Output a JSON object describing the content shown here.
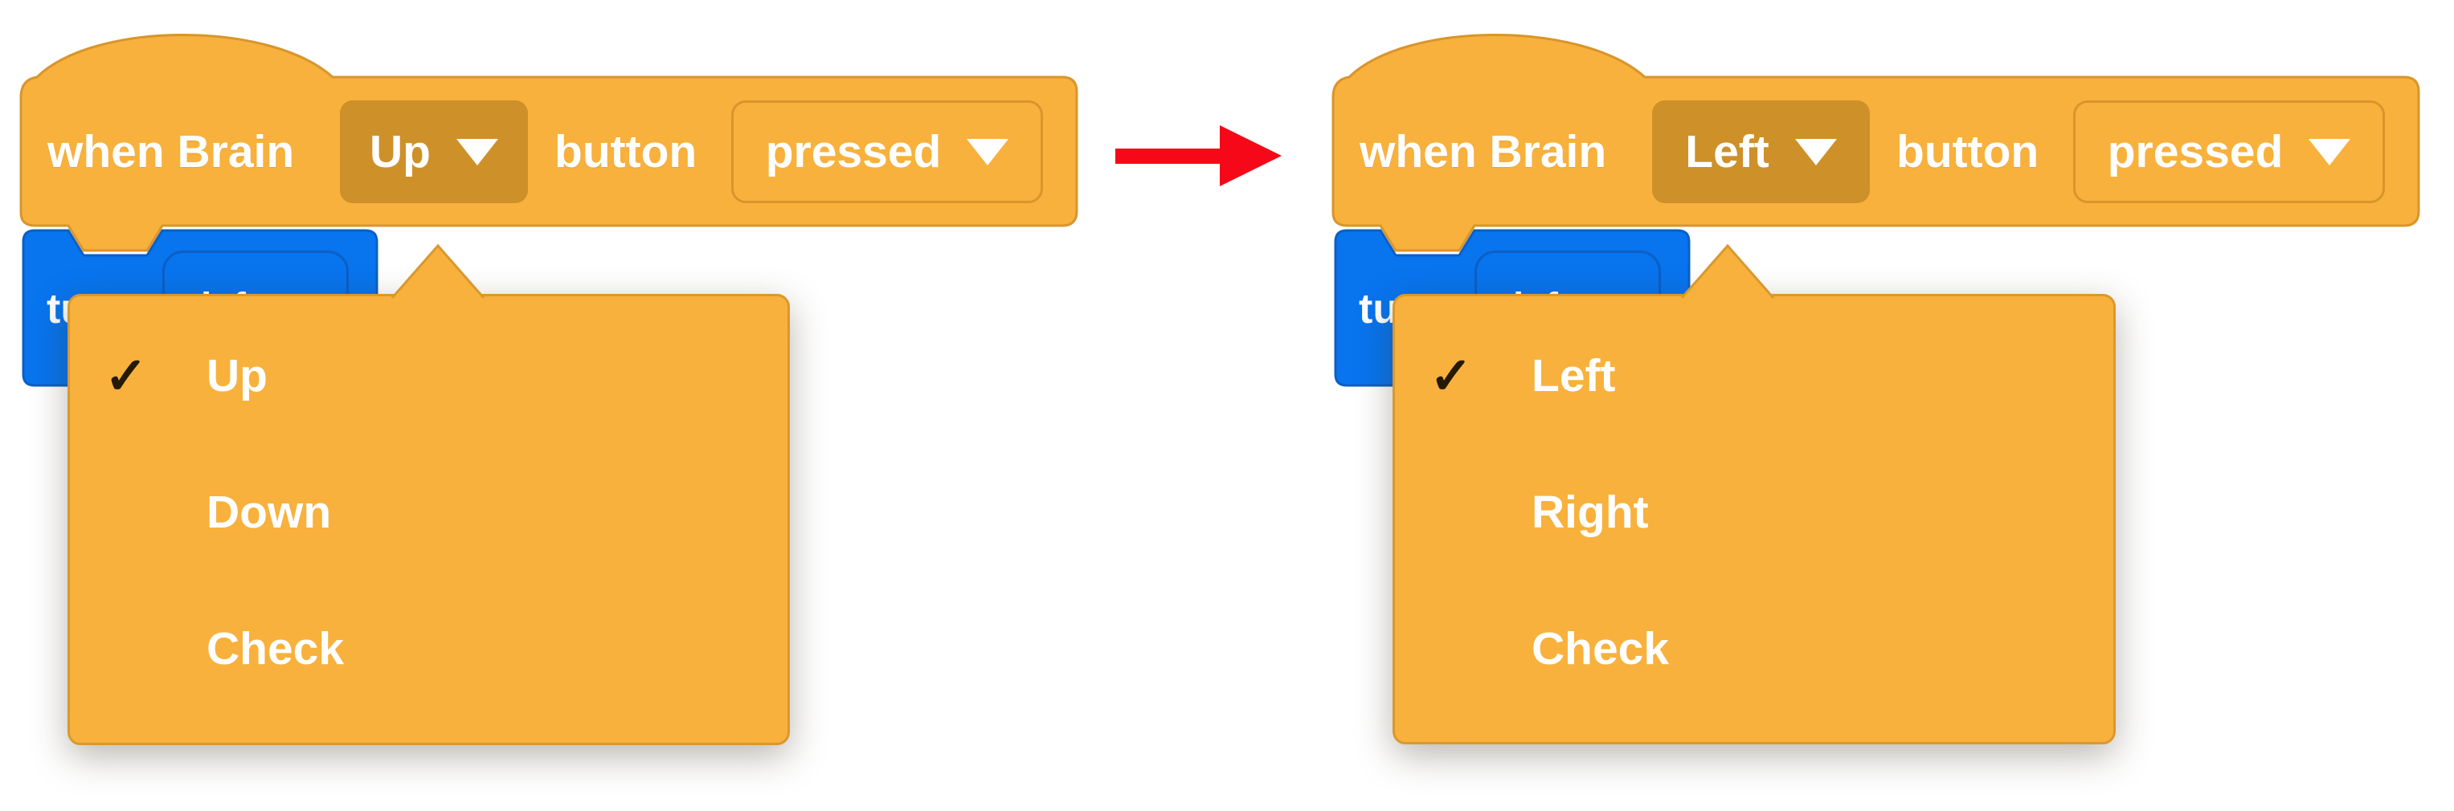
{
  "glyphs": {
    "check": "✓",
    "dropdown_arrow_icon": "chevron-down"
  },
  "colors": {
    "block_orange": "#F8B13C",
    "block_border": "#D9952C",
    "selected_field_orange": "#CE9029",
    "turn_block_blue": "#0874EE",
    "turn_block_border_blue": "#0B5FC6",
    "menu_orange": "#F8B13C",
    "menu_border": "#D9982F",
    "arrow_red": "#F60819",
    "text": "#FFFFFF",
    "check": "#241A06"
  },
  "left_script": {
    "hat": {
      "prefix": "when Brain",
      "button_value": "Up",
      "middle": "button",
      "state_value": "pressed"
    },
    "turn": {
      "label": "turn",
      "direction_value": "left"
    },
    "menu": {
      "items": [
        {
          "label": "Up",
          "checked": true
        },
        {
          "label": "Down",
          "checked": false
        },
        {
          "label": "Check",
          "checked": false
        }
      ]
    }
  },
  "right_script": {
    "hat": {
      "prefix": "when Brain",
      "button_value": "Left",
      "middle": "button",
      "state_value": "pressed"
    },
    "turn": {
      "label": "turn",
      "direction_value": "left"
    },
    "menu": {
      "items": [
        {
          "label": "Left",
          "checked": true
        },
        {
          "label": "Right",
          "checked": false
        },
        {
          "label": "Check",
          "checked": false
        }
      ]
    }
  }
}
